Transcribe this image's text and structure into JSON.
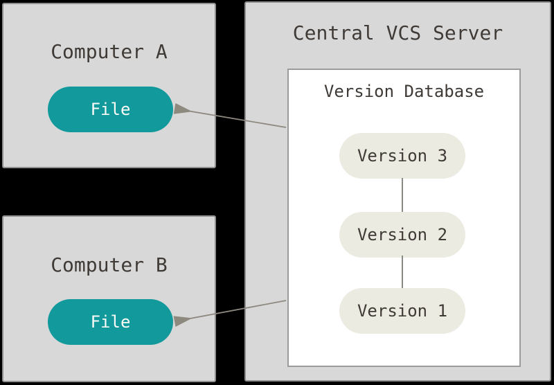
{
  "server": {
    "title": "Central VCS Server",
    "database": {
      "title": "Version Database",
      "versions": [
        "Version 3",
        "Version 2",
        "Version 1"
      ]
    }
  },
  "computers": [
    {
      "title": "Computer A",
      "file_label": "File"
    },
    {
      "title": "Computer B",
      "file_label": "File"
    }
  ],
  "colors": {
    "background": "#000000",
    "box_fill": "#d8d8d8",
    "box_border": "#8f8f8f",
    "database_fill": "#ffffff",
    "database_border": "#9b9b9b",
    "version_pill_fill": "#ecebe2",
    "file_pill_fill": "#12999c",
    "file_pill_text": "#fafaf7",
    "text": "#3f3a35",
    "arrow": "#8d897f"
  }
}
